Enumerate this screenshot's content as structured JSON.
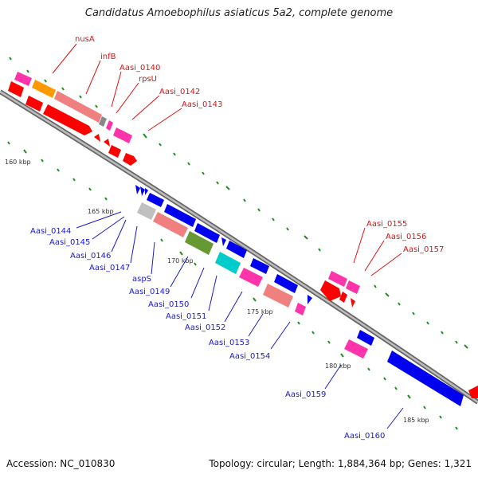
{
  "title": "Candidatus Amoebophilus asiaticus 5a2, complete genome",
  "footer": {
    "accession": "Accession: NC_010830",
    "topology": "Topology: circular; Length: 1,884,364 bp; Genes: 1,321"
  },
  "colors": {
    "backbone": "#888888",
    "red": "#ff0000",
    "pink": "#ff33aa",
    "salmon": "#f08080",
    "orange": "#ff9900",
    "grey": "#c0c0c0",
    "darkgrey": "#888888",
    "blue": "#0000ee",
    "olive": "#669933",
    "cyan": "#00cccc",
    "tick": "#228b22",
    "label_red": "#e01010",
    "label_blue": "#1a1acc"
  },
  "kbp_ticks": [
    "160 kbp",
    "165 kbp",
    "170 kbp",
    "175 kbp",
    "180 kbp",
    "185 kbp"
  ],
  "gene_labels": {
    "top": [
      "nusA",
      "infB",
      "Aasi_0140",
      "rpsU",
      "Aasi_0142",
      "Aasi_0143"
    ],
    "bottom": [
      "Aasi_0144",
      "Aasi_0145",
      "Aasi_0146",
      "Aasi_0147",
      "aspS",
      "Aasi_0149",
      "Aasi_0150",
      "Aasi_0151",
      "Aasi_0152",
      "Aasi_0153",
      "Aasi_0154",
      "Aasi_0159",
      "Aasi_0160"
    ],
    "right": [
      "Aasi_0155",
      "Aasi_0156",
      "Aasi_0157"
    ]
  }
}
